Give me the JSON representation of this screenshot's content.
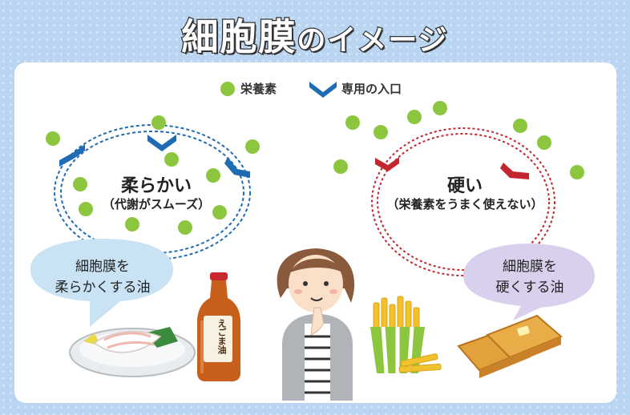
{
  "title": {
    "main": "細胞膜",
    "suffix": "のイメージ"
  },
  "legend": {
    "nutrient_label": "栄養素",
    "entrance_label": "専用の入口"
  },
  "left": {
    "label": "柔らかい",
    "sublabel": "（代謝がスムーズ）",
    "bubble_line1": "細胞膜を",
    "bubble_line2": "柔らかくする油",
    "bottle_label": "えごま油"
  },
  "right": {
    "label": "硬い",
    "sublabel": "（栄養素をうまく使えない）",
    "bubble_line1": "細胞膜を",
    "bubble_line2": "硬くする油"
  },
  "colors": {
    "nutrient": "#8cc63f",
    "soft_entrance": "#1f6cb5",
    "hard_entrance": "#c1272d",
    "bubble_left": "#c9e3f5",
    "bubble_right": "#d8d0ec"
  }
}
